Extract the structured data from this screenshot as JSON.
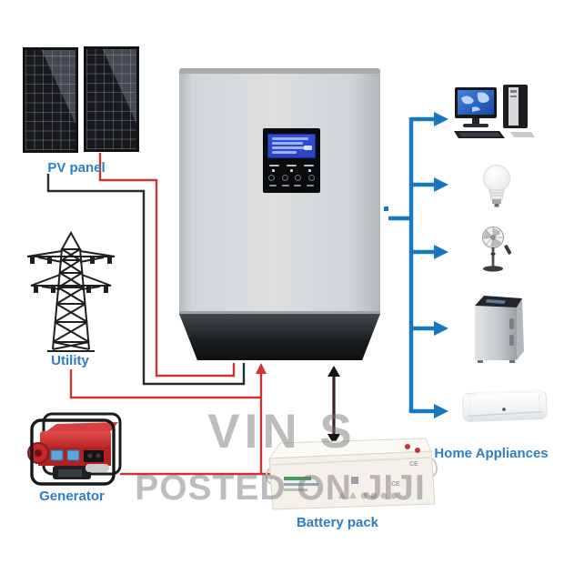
{
  "diagram": {
    "title_hint": "solar-inverter-system-diagram",
    "background": "#ffffff",
    "colors": {
      "label_blue": "#2e7fc1",
      "arrow_blue": "#1878be",
      "wire_red": "#c93434",
      "wire_black": "#2b2b2b",
      "inverter_gray": "#d3d6d8",
      "inverter_base_dark": "#1d2023",
      "lcd_blue": "#2d4ccc",
      "watermark_gray": "#c6c6c6",
      "generator_red": "#c42828"
    },
    "sources": [
      {
        "id": "pv",
        "label": "PV panel",
        "icon": "solar-panel-icon"
      },
      {
        "id": "utility",
        "label": "Utility",
        "icon": "transmission-tower-icon"
      },
      {
        "id": "generator",
        "label": "Generator",
        "icon": "generator-icon"
      }
    ],
    "inverter": {
      "icon": "inverter-unit",
      "display": "lcd-display",
      "buttons": 4
    },
    "storage": {
      "label": "Battery pack",
      "icon": "battery-icon",
      "ce_mark": "CE"
    },
    "outputs": {
      "label": "Home Appliances",
      "items": [
        {
          "icon": "desktop-computer-icon"
        },
        {
          "icon": "light-bulb-icon"
        },
        {
          "icon": "standing-fan-icon"
        },
        {
          "icon": "washing-machine-icon"
        },
        {
          "icon": "air-conditioner-icon"
        }
      ]
    },
    "watermark": {
      "line1": "VIN S",
      "line2": "POSTED ON JIJI"
    }
  }
}
